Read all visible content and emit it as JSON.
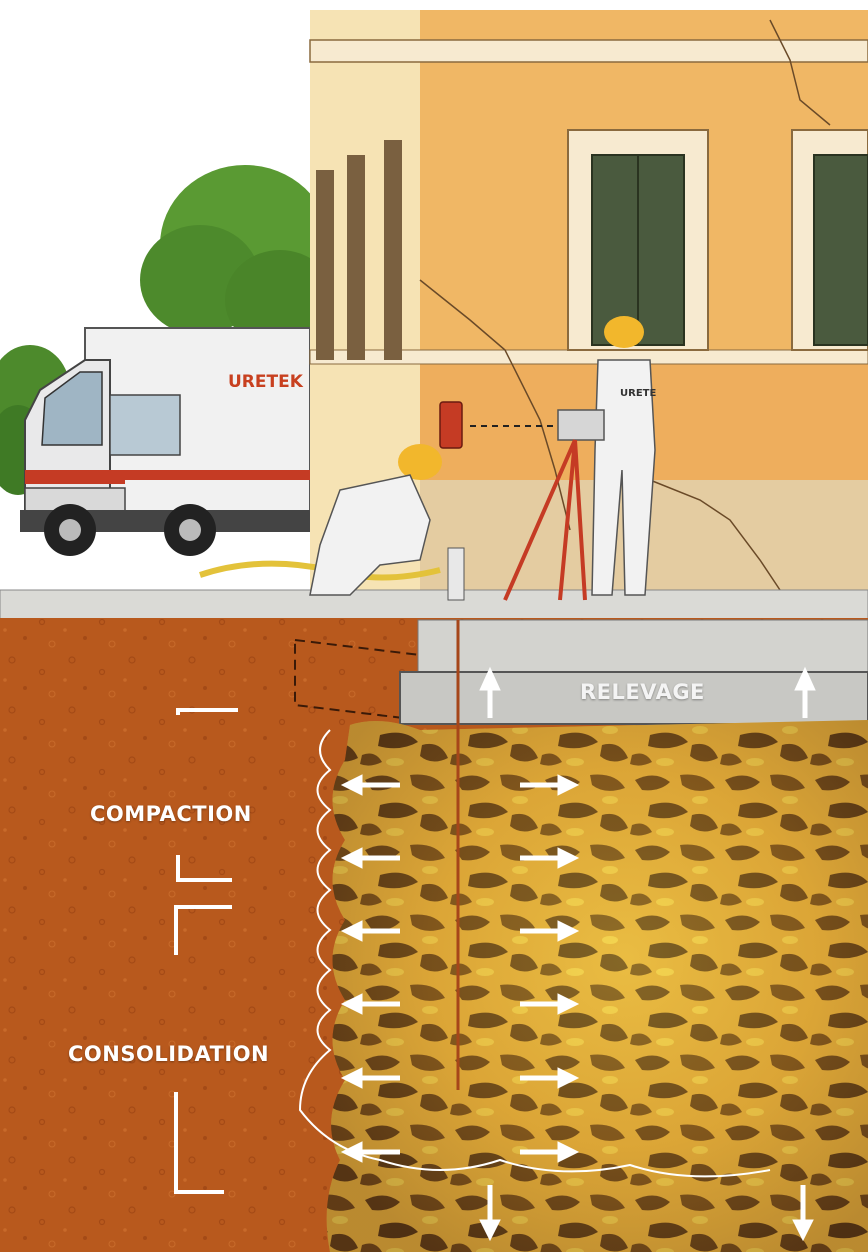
{
  "labels": {
    "relevage": "RELEVAGE",
    "compaction": "COMPACTION",
    "consolidation": "CONSOLIDATION"
  },
  "brand": {
    "truck_logo": "URETEK",
    "suit_logo": "URETE"
  },
  "colors": {
    "sky": "#ffffff",
    "wall": "#f0b765",
    "wall_dark": "#e3a14e",
    "soil": "#b8571c",
    "soil_dark": "#9c4515",
    "resin_light": "#f2cc46",
    "resin_dark": "#4c3013",
    "foundation": "#c9c9c6",
    "shutter": "#4a5a3e",
    "truck": "#efefef",
    "tree": "#4d8a2c",
    "arrow": "#ffffff"
  }
}
